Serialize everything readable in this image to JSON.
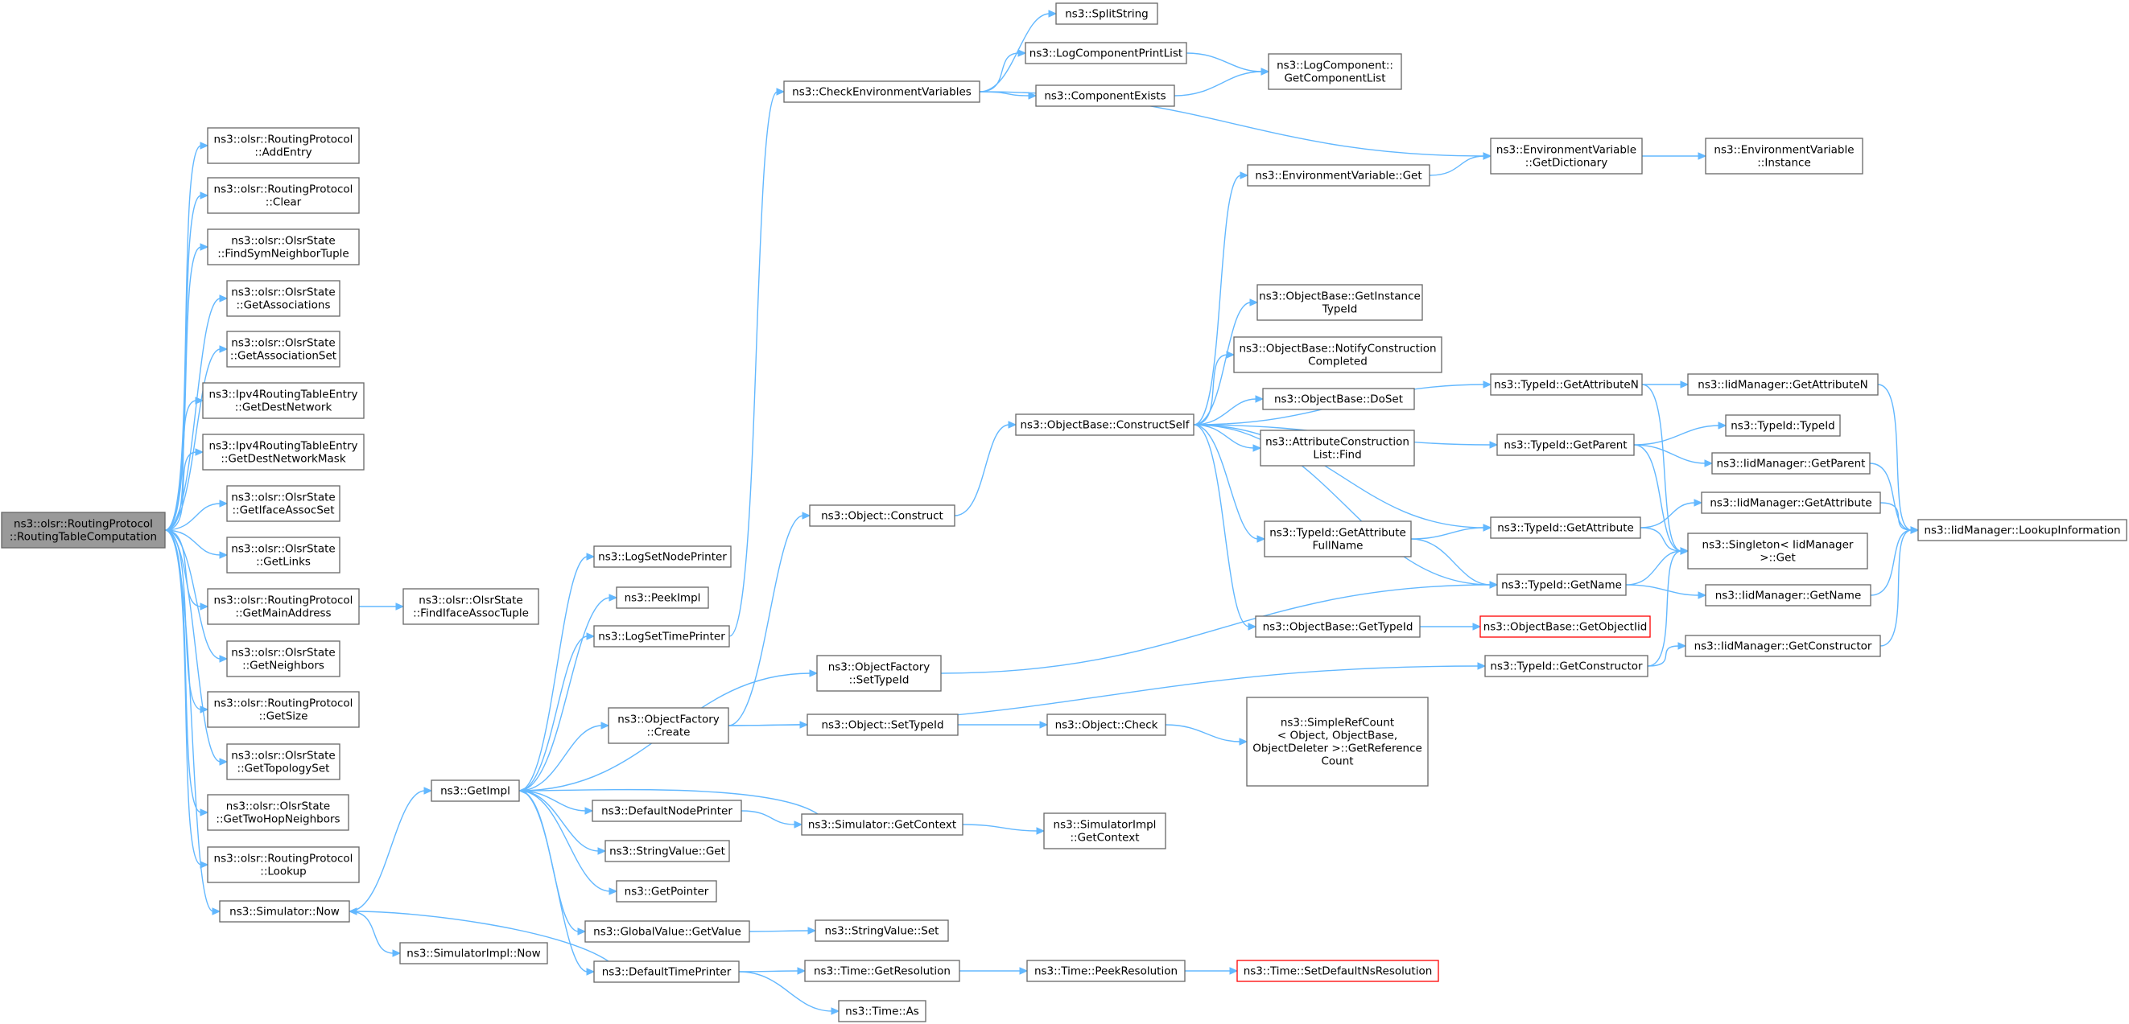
{
  "graph": {
    "nodes": [
      {
        "id": "root",
        "label": [
          "ns3::olsr::RoutingProtocol",
          "::RoutingTableComputation"
        ],
        "style": "root"
      },
      {
        "id": "addEntry",
        "label": [
          "ns3::olsr::RoutingProtocol",
          "::AddEntry"
        ]
      },
      {
        "id": "clear",
        "label": [
          "ns3::olsr::RoutingProtocol",
          "::Clear"
        ]
      },
      {
        "id": "findSymNeighborTuple",
        "label": [
          "ns3::olsr::OlsrState",
          "::FindSymNeighborTuple"
        ]
      },
      {
        "id": "getAssociations",
        "label": [
          "ns3::olsr::OlsrState",
          "::GetAssociations"
        ]
      },
      {
        "id": "getAssociationSet",
        "label": [
          "ns3::olsr::OlsrState",
          "::GetAssociationSet"
        ]
      },
      {
        "id": "getDestNetwork",
        "label": [
          "ns3::Ipv4RoutingTableEntry",
          "::GetDestNetwork"
        ]
      },
      {
        "id": "getDestNetworkMask",
        "label": [
          "ns3::Ipv4RoutingTableEntry",
          "::GetDestNetworkMask"
        ]
      },
      {
        "id": "getIfaceAssocSet",
        "label": [
          "ns3::olsr::OlsrState",
          "::GetIfaceAssocSet"
        ]
      },
      {
        "id": "getLinks",
        "label": [
          "ns3::olsr::OlsrState",
          "::GetLinks"
        ]
      },
      {
        "id": "getMainAddress",
        "label": [
          "ns3::olsr::RoutingProtocol",
          "::GetMainAddress"
        ]
      },
      {
        "id": "getNeighbors",
        "label": [
          "ns3::olsr::OlsrState",
          "::GetNeighbors"
        ]
      },
      {
        "id": "getSize",
        "label": [
          "ns3::olsr::RoutingProtocol",
          "::GetSize"
        ]
      },
      {
        "id": "getTopologySet",
        "label": [
          "ns3::olsr::OlsrState",
          "::GetTopologySet"
        ]
      },
      {
        "id": "getTwoHopNeighbors",
        "label": [
          "ns3::olsr::OlsrState",
          "::GetTwoHopNeighbors"
        ]
      },
      {
        "id": "lookup",
        "label": [
          "ns3::olsr::RoutingProtocol",
          "::Lookup"
        ]
      },
      {
        "id": "simulatorNow",
        "label": [
          "ns3::Simulator::Now"
        ]
      },
      {
        "id": "findIfaceAssocTuple",
        "label": [
          "ns3::olsr::OlsrState",
          "::FindIfaceAssocTuple"
        ]
      },
      {
        "id": "getImpl",
        "label": [
          "ns3::GetImpl"
        ]
      },
      {
        "id": "simulatorImplNow",
        "label": [
          "ns3::SimulatorImpl::Now"
        ]
      },
      {
        "id": "logSetNodePrinter",
        "label": [
          "ns3::LogSetNodePrinter"
        ]
      },
      {
        "id": "peekImpl",
        "label": [
          "ns3::PeekImpl"
        ]
      },
      {
        "id": "logSetTimePrinter",
        "label": [
          "ns3::LogSetTimePrinter"
        ]
      },
      {
        "id": "objectFactoryCreate",
        "label": [
          "ns3::ObjectFactory",
          "::Create"
        ]
      },
      {
        "id": "defaultNodePrinter",
        "label": [
          "ns3::DefaultNodePrinter"
        ]
      },
      {
        "id": "stringValueGet",
        "label": [
          "ns3::StringValue::Get"
        ]
      },
      {
        "id": "getPointer",
        "label": [
          "ns3::GetPointer"
        ]
      },
      {
        "id": "globalValueGetValue",
        "label": [
          "ns3::GlobalValue::GetValue"
        ]
      },
      {
        "id": "defaultTimePrinter",
        "label": [
          "ns3::DefaultTimePrinter"
        ]
      },
      {
        "id": "checkEnvVars",
        "label": [
          "ns3::CheckEnvironmentVariables"
        ]
      },
      {
        "id": "objectConstruct",
        "label": [
          "ns3::Object::Construct"
        ]
      },
      {
        "id": "objectFactorySetTypeId",
        "label": [
          "ns3::ObjectFactory",
          "::SetTypeId"
        ]
      },
      {
        "id": "objectSetTypeId",
        "label": [
          "ns3::Object::SetTypeId"
        ]
      },
      {
        "id": "simulatorGetContext",
        "label": [
          "ns3::Simulator::GetContext"
        ]
      },
      {
        "id": "stringValueSet",
        "label": [
          "ns3::StringValue::Set"
        ]
      },
      {
        "id": "timeGetResolution",
        "label": [
          "ns3::Time::GetResolution"
        ]
      },
      {
        "id": "timeAs",
        "label": [
          "ns3::Time::As"
        ]
      },
      {
        "id": "splitString",
        "label": [
          "ns3::SplitString"
        ]
      },
      {
        "id": "logComponentPrintList",
        "label": [
          "ns3::LogComponentPrintList"
        ]
      },
      {
        "id": "componentExists",
        "label": [
          "ns3::ComponentExists"
        ]
      },
      {
        "id": "constructSelf",
        "label": [
          "ns3::ObjectBase::ConstructSelf"
        ]
      },
      {
        "id": "objectCheck",
        "label": [
          "ns3::Object::Check"
        ]
      },
      {
        "id": "simulatorImplGetContext",
        "label": [
          "ns3::SimulatorImpl",
          "::GetContext"
        ]
      },
      {
        "id": "timePeekResolution",
        "label": [
          "ns3::Time::PeekResolution"
        ]
      },
      {
        "id": "logComponentGetComponentList",
        "label": [
          "ns3::LogComponent::",
          "GetComponentList"
        ]
      },
      {
        "id": "envVarGet",
        "label": [
          "ns3::EnvironmentVariable::Get"
        ]
      },
      {
        "id": "getInstanceTypeId",
        "label": [
          "ns3::ObjectBase::GetInstance",
          "TypeId"
        ]
      },
      {
        "id": "notifyConstructionCompleted",
        "label": [
          "ns3::ObjectBase::NotifyConstruction",
          "Completed"
        ]
      },
      {
        "id": "doSet",
        "label": [
          "ns3::ObjectBase::DoSet"
        ]
      },
      {
        "id": "attributeConstructionListFind",
        "label": [
          "ns3::AttributeConstruction",
          "List::Find"
        ]
      },
      {
        "id": "typeIdGetAttributeFullName",
        "label": [
          "ns3::TypeId::GetAttribute",
          "FullName"
        ]
      },
      {
        "id": "objectBaseGetTypeId",
        "label": [
          "ns3::ObjectBase::GetTypeId"
        ]
      },
      {
        "id": "simpleRefCountGetReferenceCount",
        "label": [
          "ns3::SimpleRefCount",
          "< Object, ObjectBase,",
          "ObjectDeleter >::GetReference",
          "Count"
        ]
      },
      {
        "id": "setDefaultNsResolution",
        "label": [
          "ns3::Time::SetDefaultNsResolution"
        ],
        "style": "missing"
      },
      {
        "id": "envVarGetDictionary",
        "label": [
          "ns3::EnvironmentVariable",
          "::GetDictionary"
        ]
      },
      {
        "id": "typeIdGetAttributeN",
        "label": [
          "ns3::TypeId::GetAttributeN"
        ]
      },
      {
        "id": "typeIdGetParent",
        "label": [
          "ns3::TypeId::GetParent"
        ]
      },
      {
        "id": "typeIdGetAttribute",
        "label": [
          "ns3::TypeId::GetAttribute"
        ]
      },
      {
        "id": "typeIdGetName",
        "label": [
          "ns3::TypeId::GetName"
        ]
      },
      {
        "id": "getObjectIid",
        "label": [
          "ns3::ObjectBase::GetObjectIid"
        ],
        "style": "missing"
      },
      {
        "id": "typeIdGetConstructor",
        "label": [
          "ns3::TypeId::GetConstructor"
        ]
      },
      {
        "id": "envVarInstance",
        "label": [
          "ns3::EnvironmentVariable",
          "::Instance"
        ]
      },
      {
        "id": "iidGetAttributeN",
        "label": [
          "ns3::IidManager::GetAttributeN"
        ]
      },
      {
        "id": "typeIdTypeId",
        "label": [
          "ns3::TypeId::TypeId"
        ]
      },
      {
        "id": "iidGetParent",
        "label": [
          "ns3::IidManager::GetParent"
        ]
      },
      {
        "id": "iidGetAttribute",
        "label": [
          "ns3::IidManager::GetAttribute"
        ]
      },
      {
        "id": "singletonGet",
        "label": [
          "ns3::Singleton< IidManager",
          ">::Get"
        ]
      },
      {
        "id": "iidGetName",
        "label": [
          "ns3::IidManager::GetName"
        ]
      },
      {
        "id": "iidGetConstructor",
        "label": [
          "ns3::IidManager::GetConstructor"
        ]
      },
      {
        "id": "iidLookupInformation",
        "label": [
          "ns3::IidManager::LookupInformation"
        ]
      }
    ],
    "edges": [
      [
        "root",
        "addEntry"
      ],
      [
        "root",
        "clear"
      ],
      [
        "root",
        "findSymNeighborTuple"
      ],
      [
        "root",
        "getAssociations"
      ],
      [
        "root",
        "getAssociationSet"
      ],
      [
        "root",
        "getDestNetwork"
      ],
      [
        "root",
        "getDestNetworkMask"
      ],
      [
        "root",
        "getIfaceAssocSet"
      ],
      [
        "root",
        "getLinks"
      ],
      [
        "root",
        "getMainAddress"
      ],
      [
        "root",
        "getNeighbors"
      ],
      [
        "root",
        "getSize"
      ],
      [
        "root",
        "getTopologySet"
      ],
      [
        "root",
        "getTwoHopNeighbors"
      ],
      [
        "root",
        "lookup"
      ],
      [
        "root",
        "simulatorNow"
      ],
      [
        "getMainAddress",
        "findIfaceAssocTuple"
      ],
      [
        "simulatorNow",
        "getImpl"
      ],
      [
        "simulatorNow",
        "simulatorImplNow"
      ],
      [
        "getImpl",
        "logSetNodePrinter"
      ],
      [
        "getImpl",
        "peekImpl"
      ],
      [
        "getImpl",
        "logSetTimePrinter"
      ],
      [
        "getImpl",
        "objectFactoryCreate"
      ],
      [
        "getImpl",
        "objectFactorySetTypeId"
      ],
      [
        "getImpl",
        "defaultNodePrinter"
      ],
      [
        "getImpl",
        "stringValueGet"
      ],
      [
        "getImpl",
        "getPointer"
      ],
      [
        "getImpl",
        "globalValueGetValue"
      ],
      [
        "getImpl",
        "defaultTimePrinter"
      ],
      [
        "logSetTimePrinter",
        "checkEnvVars"
      ],
      [
        "objectFactoryCreate",
        "objectConstruct"
      ],
      [
        "objectFactoryCreate",
        "objectSetTypeId"
      ],
      [
        "objectFactoryCreate",
        "typeIdGetConstructor"
      ],
      [
        "objectFactorySetTypeId",
        "typeIdGetName"
      ],
      [
        "defaultNodePrinter",
        "simulatorGetContext"
      ],
      [
        "simulatorGetContext",
        "getImpl"
      ],
      [
        "simulatorGetContext",
        "simulatorImplGetContext"
      ],
      [
        "globalValueGetValue",
        "stringValueSet"
      ],
      [
        "defaultTimePrinter",
        "simulatorNow"
      ],
      [
        "defaultTimePrinter",
        "timeGetResolution"
      ],
      [
        "defaultTimePrinter",
        "timeAs"
      ],
      [
        "checkEnvVars",
        "splitString"
      ],
      [
        "checkEnvVars",
        "logComponentPrintList"
      ],
      [
        "checkEnvVars",
        "componentExists"
      ],
      [
        "checkEnvVars",
        "envVarGetDictionary"
      ],
      [
        "logComponentPrintList",
        "logComponentGetComponentList"
      ],
      [
        "componentExists",
        "logComponentGetComponentList"
      ],
      [
        "objectConstruct",
        "constructSelf"
      ],
      [
        "objectSetTypeId",
        "objectCheck"
      ],
      [
        "objectCheck",
        "simpleRefCountGetReferenceCount"
      ],
      [
        "timeGetResolution",
        "timePeekResolution"
      ],
      [
        "timePeekResolution",
        "setDefaultNsResolution"
      ],
      [
        "constructSelf",
        "envVarGet"
      ],
      [
        "constructSelf",
        "getInstanceTypeId"
      ],
      [
        "constructSelf",
        "notifyConstructionCompleted"
      ],
      [
        "constructSelf",
        "doSet"
      ],
      [
        "constructSelf",
        "attributeConstructionListFind"
      ],
      [
        "constructSelf",
        "typeIdGetAttributeFullName"
      ],
      [
        "constructSelf",
        "objectBaseGetTypeId"
      ],
      [
        "constructSelf",
        "typeIdGetAttributeN"
      ],
      [
        "constructSelf",
        "typeIdGetParent"
      ],
      [
        "constructSelf",
        "typeIdGetAttribute"
      ],
      [
        "constructSelf",
        "typeIdGetName"
      ],
      [
        "envVarGet",
        "envVarGetDictionary"
      ],
      [
        "envVarGetDictionary",
        "envVarInstance"
      ],
      [
        "typeIdGetAttributeFullName",
        "typeIdGetAttribute"
      ],
      [
        "typeIdGetAttributeFullName",
        "typeIdGetName"
      ],
      [
        "objectBaseGetTypeId",
        "getObjectIid"
      ],
      [
        "typeIdGetAttributeN",
        "iidGetAttributeN"
      ],
      [
        "typeIdGetAttributeN",
        "singletonGet"
      ],
      [
        "typeIdGetParent",
        "typeIdTypeId"
      ],
      [
        "typeIdGetParent",
        "iidGetParent"
      ],
      [
        "typeIdGetParent",
        "singletonGet"
      ],
      [
        "typeIdGetAttribute",
        "iidGetAttribute"
      ],
      [
        "typeIdGetAttribute",
        "singletonGet"
      ],
      [
        "typeIdGetName",
        "singletonGet"
      ],
      [
        "typeIdGetName",
        "iidGetName"
      ],
      [
        "typeIdGetConstructor",
        "singletonGet"
      ],
      [
        "typeIdGetConstructor",
        "iidGetConstructor"
      ],
      [
        "iidGetAttributeN",
        "iidLookupInformation"
      ],
      [
        "iidGetParent",
        "iidLookupInformation"
      ],
      [
        "iidGetAttribute",
        "iidLookupInformation"
      ],
      [
        "iidGetName",
        "iidLookupInformation"
      ],
      [
        "iidGetConstructor",
        "iidLookupInformation"
      ]
    ]
  }
}
